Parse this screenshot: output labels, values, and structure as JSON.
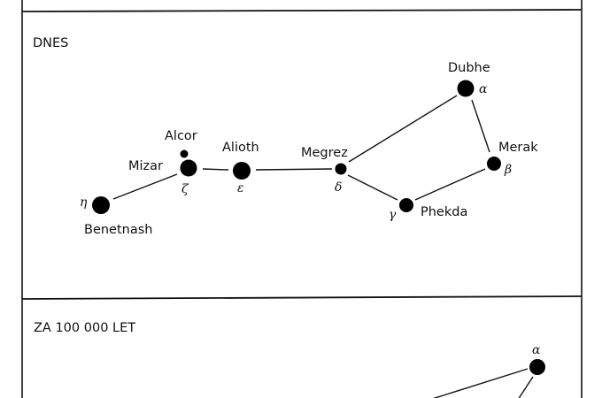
{
  "panels": [
    {
      "title": "DNES"
    },
    {
      "title": "ZA  100 000  LET"
    }
  ],
  "stars": {
    "dubhe": {
      "name": "Dubhe",
      "greek": "α"
    },
    "merak": {
      "name": "Merak",
      "greek": "β"
    },
    "phekda": {
      "name": "Phekda",
      "greek": "γ"
    },
    "megrez": {
      "name": "Megrez",
      "greek": "δ"
    },
    "alioth": {
      "name": "Alioth",
      "greek": "ε"
    },
    "mizar": {
      "name": "Mizar",
      "greek": "ζ"
    },
    "alcor": {
      "name": "Alcor"
    },
    "benetnash": {
      "name": "Benetnash",
      "greek": "η"
    }
  },
  "future": {
    "alpha_greek": "α"
  }
}
